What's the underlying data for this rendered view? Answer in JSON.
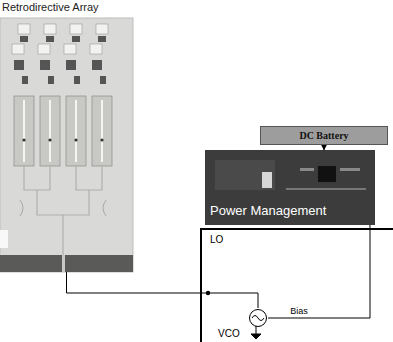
{
  "diagram": {
    "nodes": [
      {
        "text": [
          "Retrodirective Array"
        ]
      },
      {
        "text": [
          "DC Battery"
        ]
      },
      {
        "text": [
          "Power Management"
        ]
      },
      {
        "text": [
          "LO"
        ]
      },
      {
        "text": [
          "VCO"
        ],
        "in": 3
      }
    ],
    "edges": [
      {
        "from": 0,
        "to": 4,
        "arrow": "none"
      },
      {
        "from": 1,
        "to": 2,
        "arrow": "to"
      },
      {
        "from": 2,
        "to": 4,
        "label": "Bias",
        "arrow": "none"
      }
    ]
  }
}
